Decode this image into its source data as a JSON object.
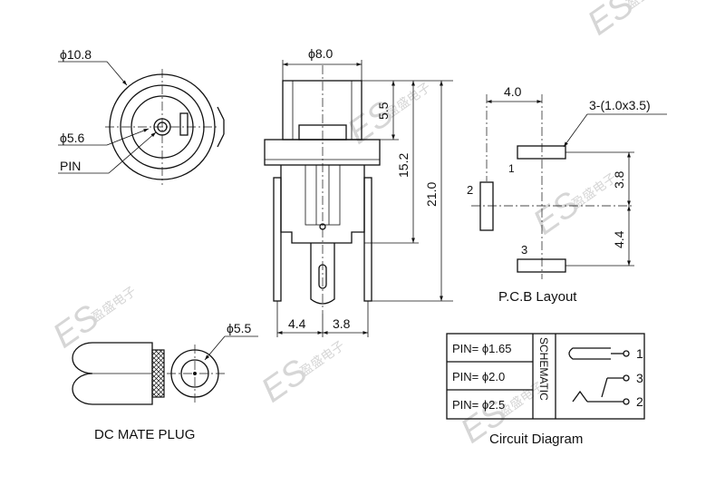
{
  "front_view": {
    "outer_diameter_label": "ϕ10.8",
    "inner_diameter_label": "ϕ5.6",
    "pin_label": "PIN"
  },
  "side_view": {
    "body_diameter_label": "ϕ8.0",
    "dim_top": "5.5",
    "dim_mid": "15.2",
    "dim_total": "21.0",
    "dim_bottom_left": "4.4",
    "dim_bottom_right": "3.8"
  },
  "pcb_layout": {
    "width_dim": "4.0",
    "pad_size_label": "3-(1.0x3.5)",
    "dim_upper": "3.8",
    "dim_lower": "4.4",
    "pin_1": "1",
    "pin_2": "2",
    "pin_3": "3",
    "caption": "P.C.B Layout"
  },
  "mate_plug": {
    "diameter_label": "ϕ5.5",
    "caption": "DC MATE PLUG"
  },
  "circuit": {
    "rows": [
      "PIN= ϕ1.65",
      "PIN= ϕ2.0",
      "PIN= ϕ2.5"
    ],
    "schematic_label": "SCHEMATIC",
    "terminal_1": "1",
    "terminal_3": "3",
    "terminal_2": "2",
    "caption": "Circuit Diagram"
  },
  "watermark": {
    "brand": "ES",
    "chinese": "盈盛电子"
  }
}
